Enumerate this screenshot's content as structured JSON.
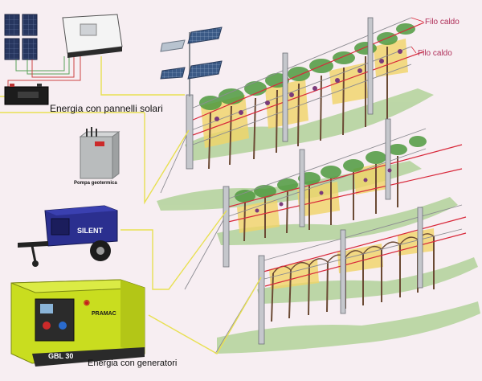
{
  "labels": {
    "solar": "Energia con pannelli solari",
    "geothermal_pump": "Pompa geotermica",
    "generators": "Energia con generatori",
    "hot_wire_1": "Filo caldo",
    "hot_wire_2": "Filo caldo"
  },
  "generator_text": {
    "silent": "SILENT",
    "brand": "PRAMAC",
    "model": "GBL 30"
  },
  "colors": {
    "connector_line": "#e8e052",
    "heating_wire": "#d8283a",
    "heated_zone": "#f1d568",
    "generator_body": "#c9dd1f",
    "welder_body": "#2b2f8f",
    "pump_body": "#b9bcbd",
    "solar_panel": "#26345f"
  },
  "icons": [
    "solar-panel-icon",
    "inverter-icon",
    "battery-icon",
    "geothermal-pump-icon",
    "silent-generator-icon",
    "pramac-generator-icon"
  ]
}
